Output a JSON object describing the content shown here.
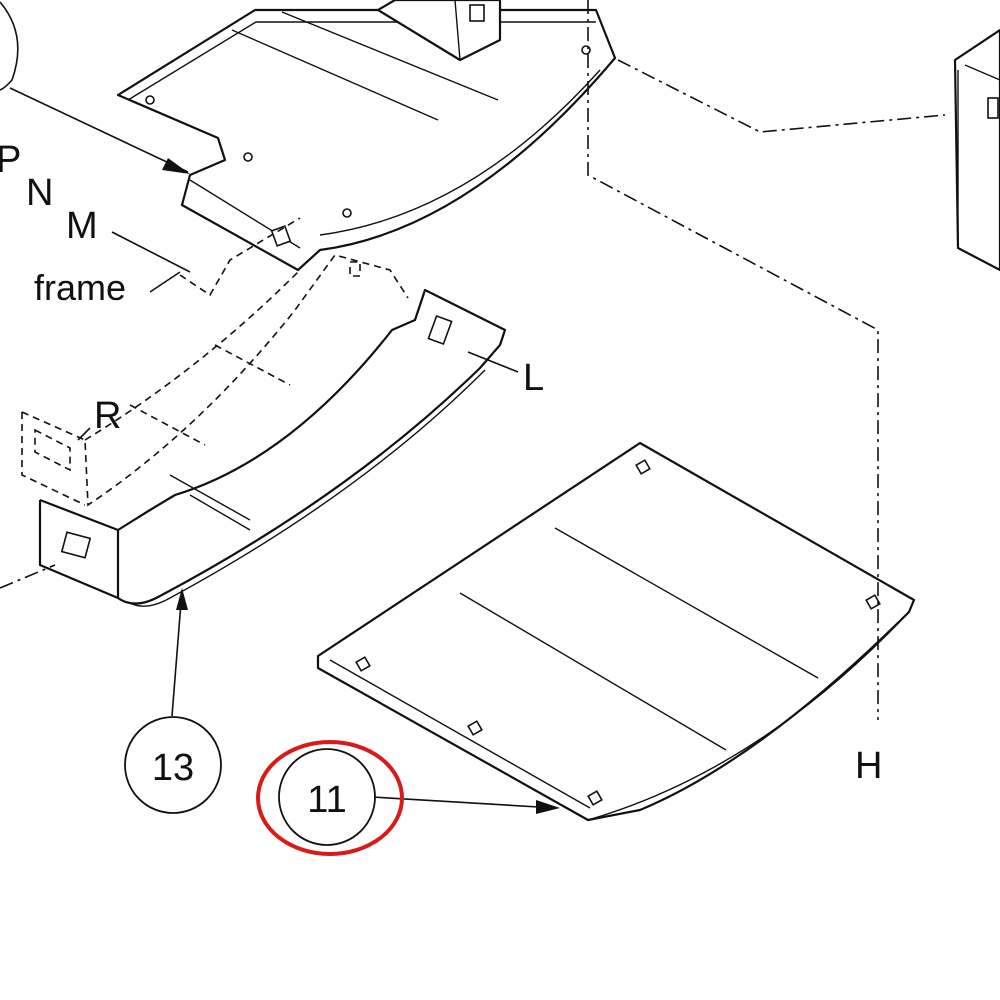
{
  "diagram": {
    "callouts": {
      "part_13": "13",
      "part_11": "11",
      "highlight_color": "#d91a1a"
    },
    "letters": {
      "P": "P",
      "N": "N",
      "M": "M",
      "L": "L",
      "R": "R",
      "H": "H"
    },
    "words": {
      "frame": "frame"
    }
  }
}
